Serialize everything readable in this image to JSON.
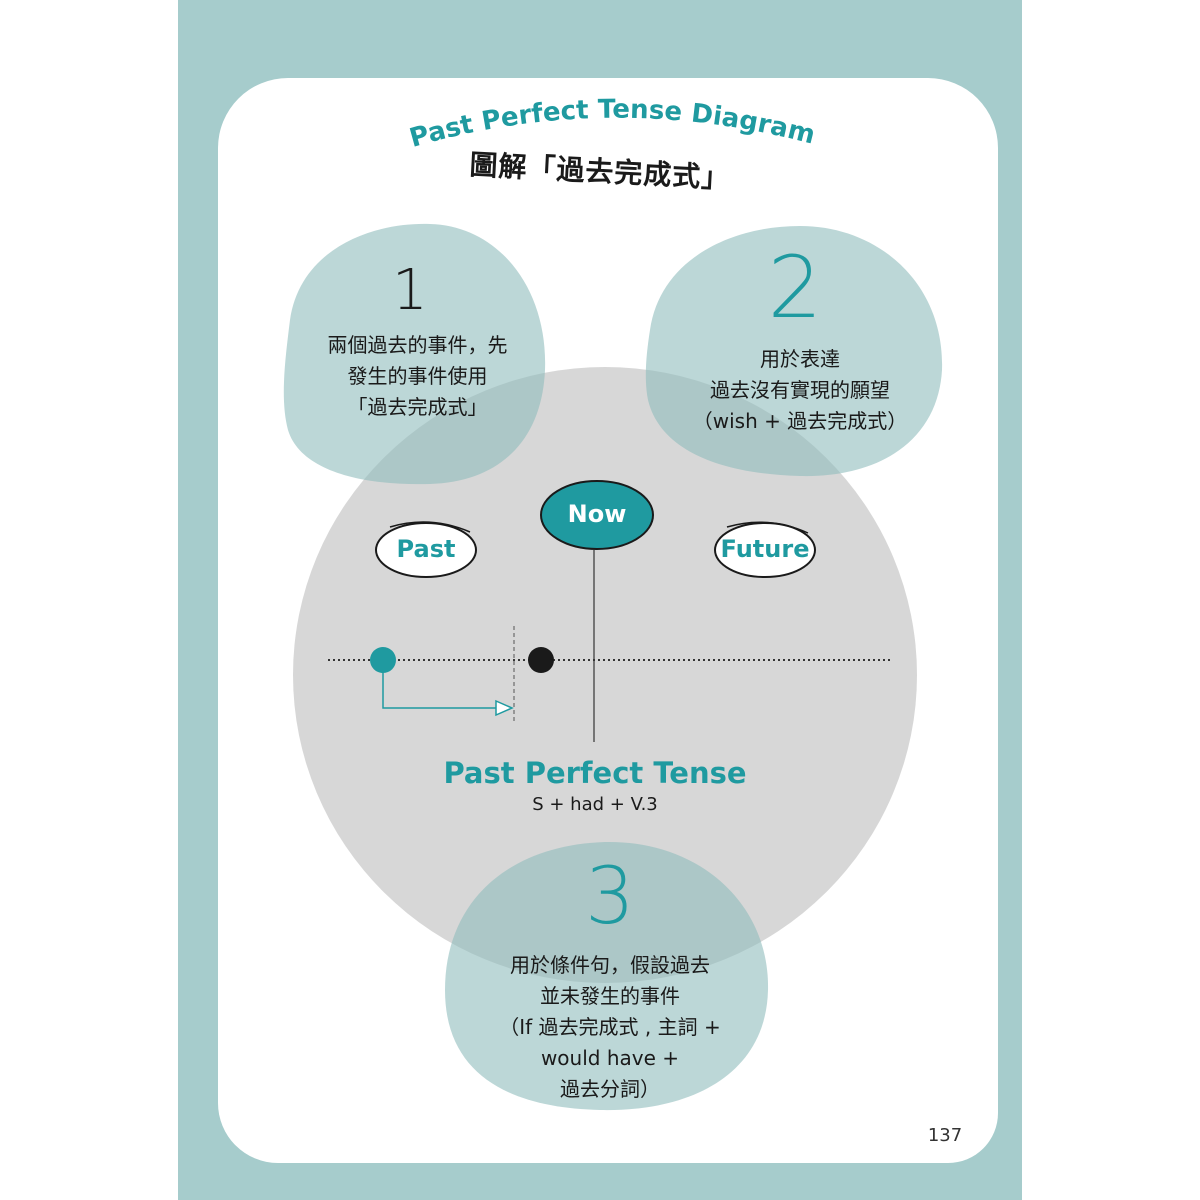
{
  "title": {
    "english": "Past Perfect Tense Diagram",
    "chinese": "圖解「過去完成式」"
  },
  "bubbles": [
    {
      "number": "1",
      "text": "兩個過去的事件，先\n發生的事件使用\n「過去完成式」"
    },
    {
      "number": "2",
      "text": "用於表達\n過去沒有實現的願望\n（wish + 過去完成式）"
    },
    {
      "number": "3",
      "text": "用於條件句，假設過去\n並未發生的事件\n（If 過去完成式 , 主詞 +\nwould have +\n過去分詞）"
    }
  ],
  "timeline": {
    "past_label": "Past",
    "now_label": "Now",
    "future_label": "Future"
  },
  "tense": {
    "name": "Past Perfect Tense",
    "formula": "S + had + V.3"
  },
  "page_number": "137",
  "colors": {
    "frame": "#a6cccc",
    "accent": "#1f9aa0",
    "bubble": "#8fbcbc",
    "center_circle": "#d2d2d2"
  }
}
